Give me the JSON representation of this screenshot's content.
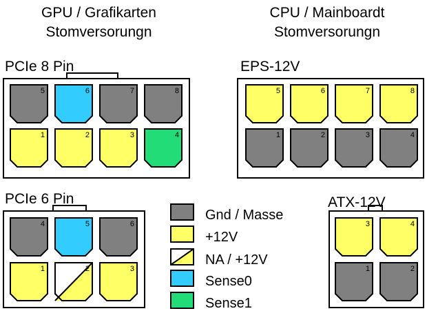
{
  "headings": {
    "gpu_line1": "GPU / Grafikarten",
    "gpu_line2": "Stomversorungn",
    "cpu_line1": "CPU / Mainboardt",
    "cpu_line2": "Stomversorungn"
  },
  "connectors": {
    "pcie8": {
      "name": "PCIe 8 Pin",
      "top": [
        {
          "n": "5",
          "type": "gnd"
        },
        {
          "n": "6",
          "type": "sense0"
        },
        {
          "n": "7",
          "type": "gnd"
        },
        {
          "n": "8",
          "type": "gnd"
        }
      ],
      "bottom": [
        {
          "n": "1",
          "type": "p12"
        },
        {
          "n": "2",
          "type": "p12"
        },
        {
          "n": "3",
          "type": "p12"
        },
        {
          "n": "4",
          "type": "sense1"
        }
      ]
    },
    "eps12": {
      "name": "EPS-12V",
      "top": [
        {
          "n": "5",
          "type": "p12"
        },
        {
          "n": "6",
          "type": "p12"
        },
        {
          "n": "7",
          "type": "p12"
        },
        {
          "n": "8",
          "type": "p12"
        }
      ],
      "bottom": [
        {
          "n": "1",
          "type": "gnd"
        },
        {
          "n": "2",
          "type": "gnd"
        },
        {
          "n": "3",
          "type": "gnd"
        },
        {
          "n": "4",
          "type": "gnd"
        }
      ]
    },
    "pcie6": {
      "name": "PCIe 6 Pin",
      "top": [
        {
          "n": "4",
          "type": "gnd"
        },
        {
          "n": "5",
          "type": "sense0"
        },
        {
          "n": "6",
          "type": "gnd"
        }
      ],
      "bottom": [
        {
          "n": "1",
          "type": "p12"
        },
        {
          "n": "2",
          "type": "na"
        },
        {
          "n": "3",
          "type": "p12"
        }
      ]
    },
    "atx12": {
      "name": "ATX-12V",
      "top": [
        {
          "n": "3",
          "type": "p12"
        },
        {
          "n": "4",
          "type": "p12"
        }
      ],
      "bottom": [
        {
          "n": "1",
          "type": "gnd"
        },
        {
          "n": "2",
          "type": "gnd"
        }
      ]
    }
  },
  "legend": [
    {
      "type": "gnd",
      "label": "Gnd / Masse"
    },
    {
      "type": "p12",
      "label": "+12V"
    },
    {
      "type": "na",
      "label": "NA / +12V"
    },
    {
      "type": "sense0",
      "label": "Sense0"
    },
    {
      "type": "sense1",
      "label": "Sense1"
    }
  ],
  "colors": {
    "gnd": "#808080",
    "p12": "#ffff66",
    "sense0": "#33ccff",
    "sense1": "#22dd77",
    "na_white": "#ffffff",
    "na_yellow": "#ffff66"
  }
}
